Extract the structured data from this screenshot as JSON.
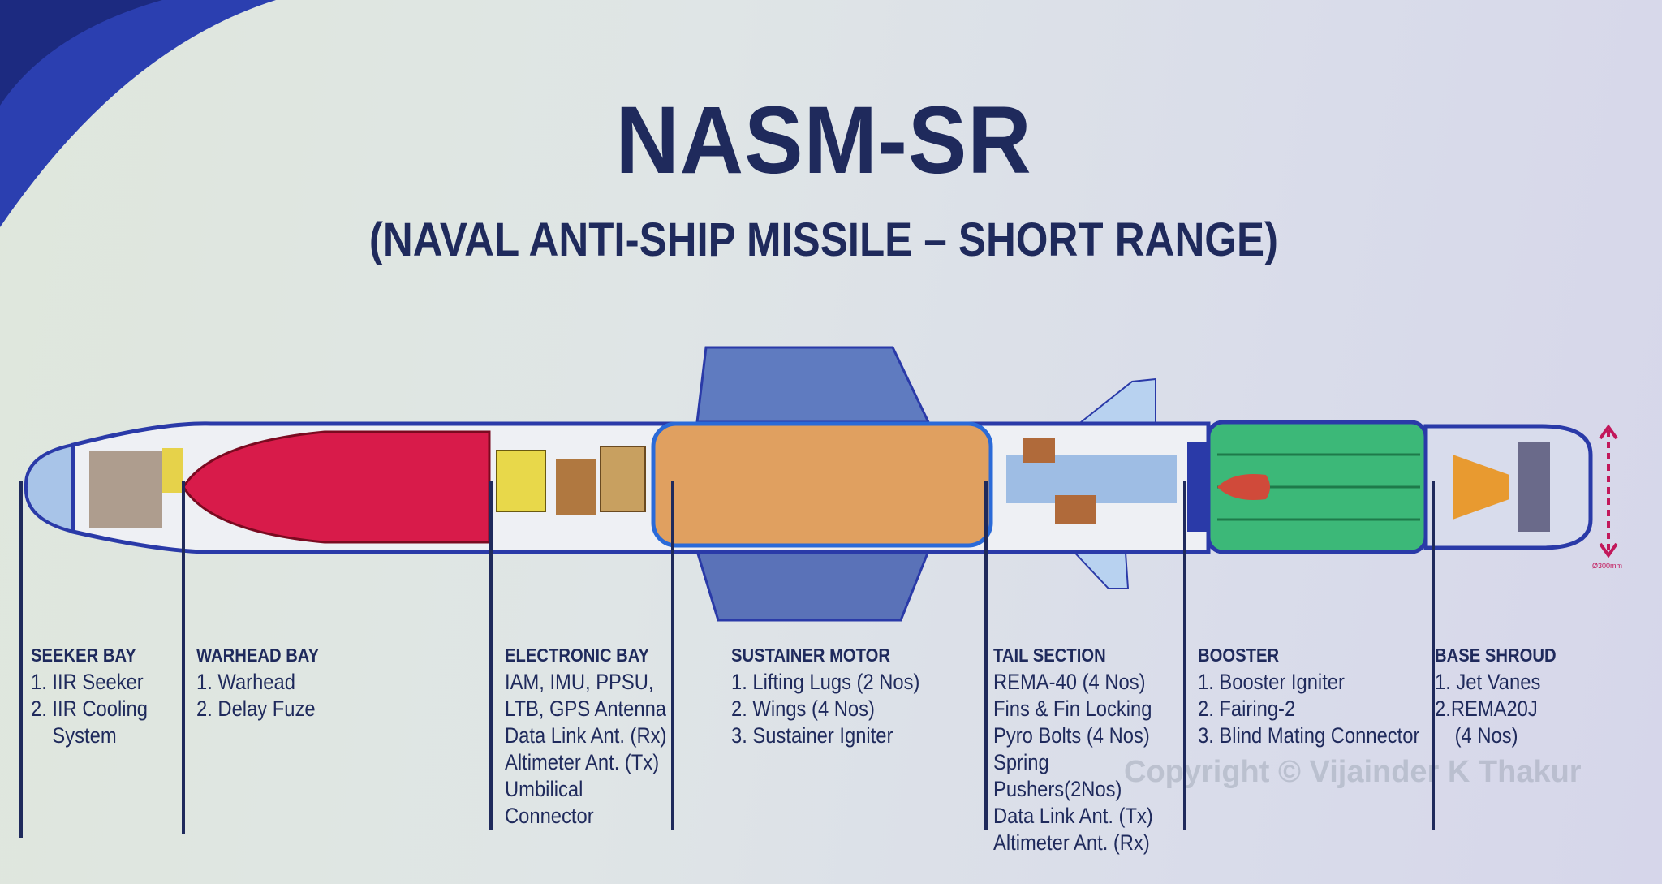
{
  "title": "NASM-SR",
  "subtitle": "(NAVAL ANTI-SHIP MISSILE – SHORT RANGE)",
  "dimension_label": "Ø300mm",
  "watermark": "Copyright © Vijainder K Thakur",
  "colors": {
    "text": "#1f2a5c",
    "warhead": "#d81b4a",
    "sustainer": "#e0a060",
    "booster": "#3cb878",
    "fins": "#9fc0e8",
    "body": "#2a3aa8"
  },
  "sections": [
    {
      "heading": "SEEKER BAY",
      "items": [
        "1. IIR Seeker",
        "2. IIR Cooling",
        "    System"
      ]
    },
    {
      "heading": "WARHEAD BAY",
      "items": [
        "1. Warhead",
        "2. Delay Fuze"
      ]
    },
    {
      "heading": "ELECTRONIC BAY",
      "items": [
        "IAM, IMU, PPSU,",
        "LTB, GPS Antenna",
        "Data Link Ant. (Rx)",
        "Altimeter Ant. (Tx)",
        "Umbilical",
        "Connector"
      ]
    },
    {
      "heading": "SUSTAINER MOTOR",
      "items": [
        "1. Lifting Lugs (2 Nos)",
        "2. Wings (4 Nos)",
        "3. Sustainer Igniter"
      ]
    },
    {
      "heading": "TAIL SECTION",
      "items": [
        "REMA-40 (4 Nos)",
        "Fins & Fin Locking",
        "Pyro Bolts (4 Nos)",
        "Spring",
        "Pushers(2Nos)",
        "Data Link Ant. (Tx)",
        "Altimeter Ant. (Rx)"
      ]
    },
    {
      "heading": "BOOSTER",
      "items": [
        "1. Booster Igniter",
        "2. Fairing-2",
        "3. Blind Mating Connector"
      ]
    },
    {
      "heading": "BASE SHROUD",
      "items": [
        "1. Jet Vanes",
        "2.REMA20J",
        "    (4 Nos)"
      ]
    }
  ]
}
